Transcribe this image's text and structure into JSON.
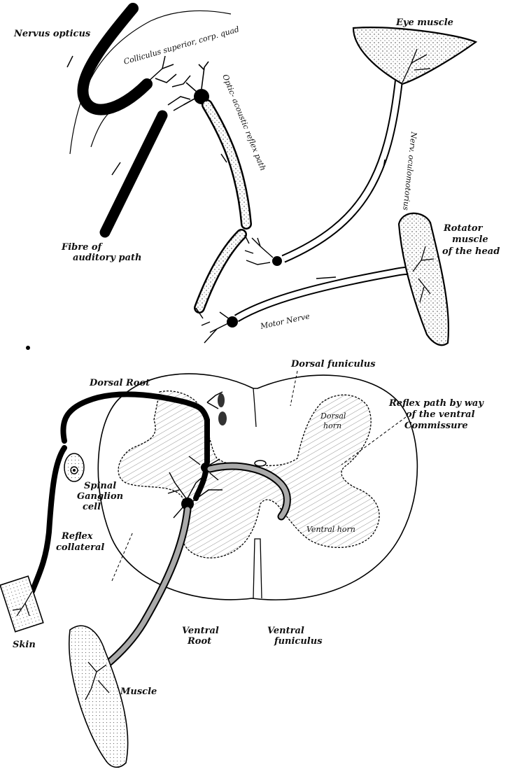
{
  "upper_diagram": {
    "labels": {
      "nervus_opticus": "Nervus opticus",
      "colliculus": "Colliculus superior, corp. quad",
      "optic_acoustic_path": "Optic- acoustic reflex path",
      "eye_muscle": "Eye muscle",
      "nerv_oculomotorius": "Nerv. oculomotorius",
      "fibre_of": "Fibre of",
      "auditory_path": "auditory path",
      "rotator": "Rotator",
      "rotator_muscle": "muscle",
      "rotator_of_head": "of the head",
      "motor_nerve": "Motor Nerve"
    }
  },
  "lower_diagram": {
    "labels": {
      "dorsal_funiculus": "Dorsal funiculus",
      "dorsal_root": "Dorsal Root",
      "reflex_path_1": "Reflex path by way",
      "reflex_path_2": "of the ventral",
      "reflex_path_3": "Commissure",
      "dorsal_horn_1": "Dorsal",
      "dorsal_horn_2": "horn",
      "spinal_1": "Spinal",
      "spinal_2": "Ganglion",
      "spinal_3": "cell",
      "ventral_horn": "Ventral horn",
      "reflex_collateral_1": "Reflex",
      "reflex_collateral_2": "collateral",
      "skin": "Skin",
      "ventral_root_1": "Ventral",
      "ventral_root_2": "Root",
      "ventral_funiculus_1": "Ventral",
      "ventral_funiculus_2": "funiculus",
      "muscle": "Muscle"
    }
  }
}
